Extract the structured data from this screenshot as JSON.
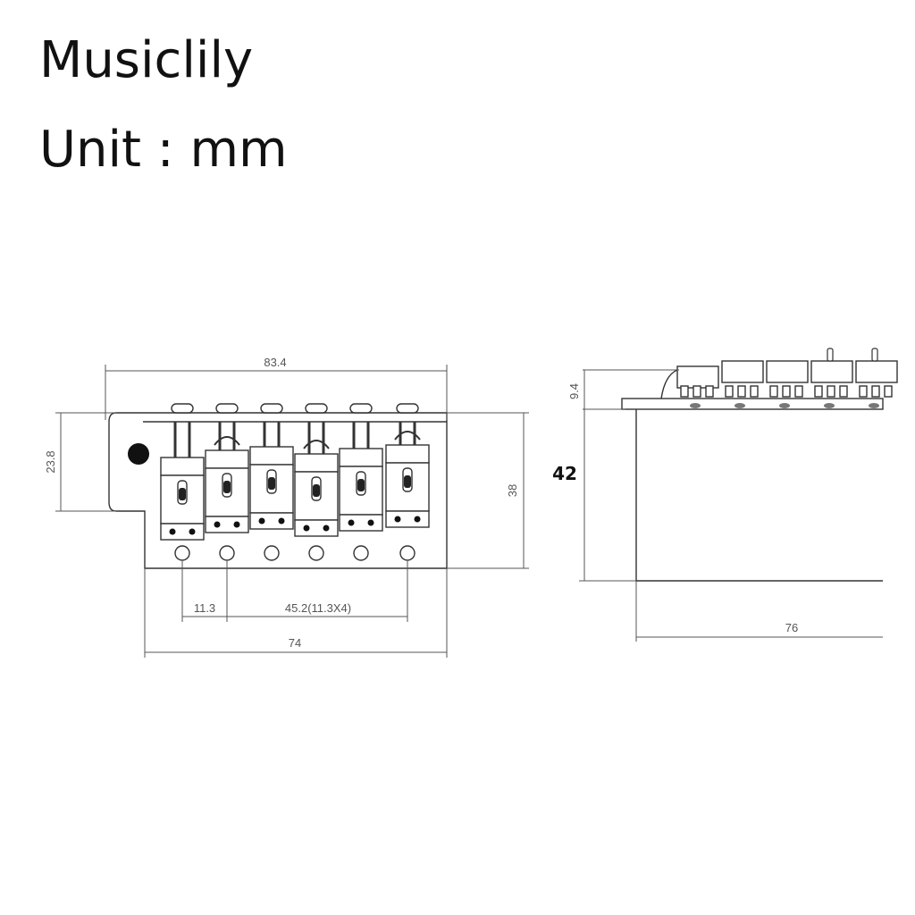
{
  "header": {
    "brand": "Musiclily",
    "unit": "Unit : mm"
  },
  "front_view": {
    "dim_top_width": "83.4",
    "dim_left_height": "23.8",
    "dim_right_height": "38",
    "dim_spacing_single": "11.3",
    "dim_spacing_total": "45.2(11.3X4)",
    "dim_bottom_width": "74"
  },
  "side_view": {
    "dim_top_height": "9.4",
    "dim_block_height": "42",
    "dim_bottom_width": "76"
  }
}
